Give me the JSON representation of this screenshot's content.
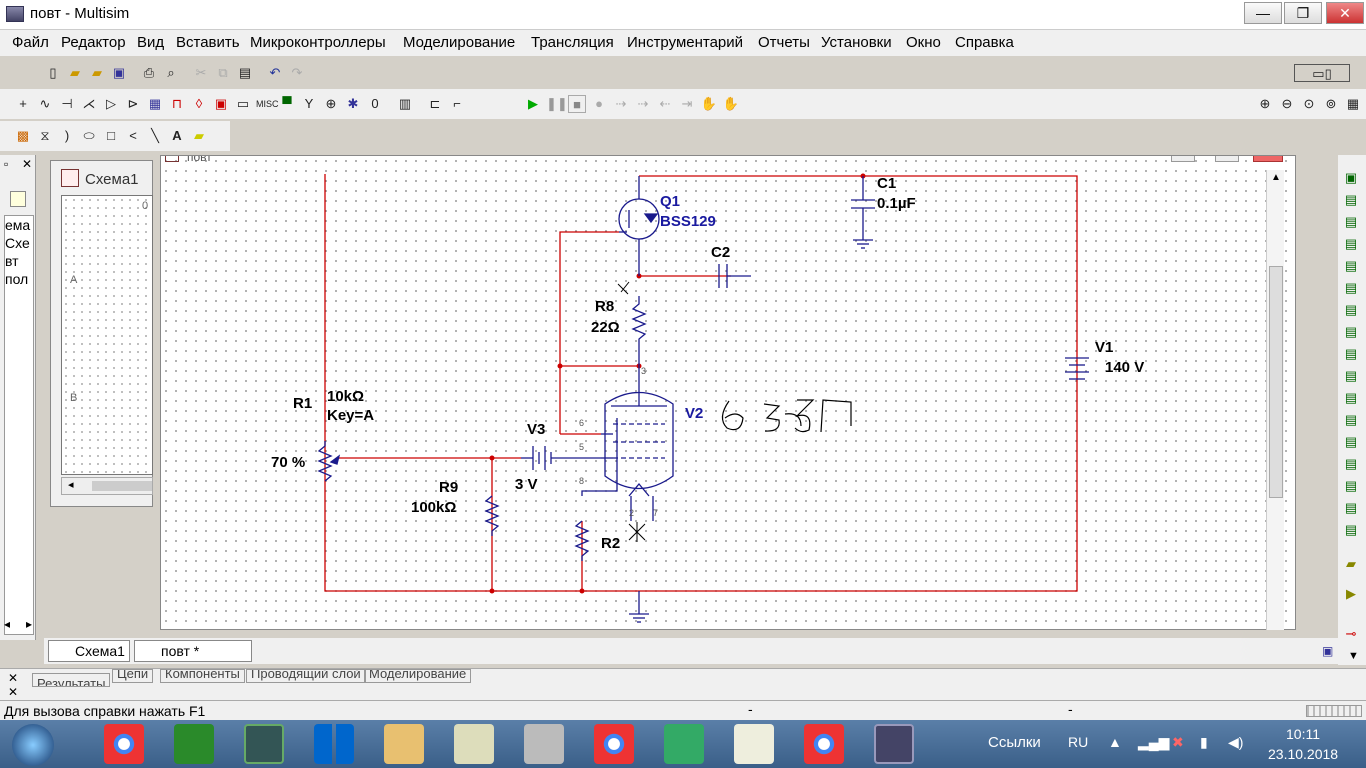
{
  "window": {
    "title": "повт - Multisim",
    "min": "—",
    "max": "❐",
    "close": "✕"
  },
  "menu": [
    "Файл",
    "Редактор",
    "Вид",
    "Вставить",
    "Микроконтроллеры",
    "Моделирование",
    "Трансляция",
    "Инструментарий",
    "Отчеты",
    "Установки",
    "Окно",
    "Справка"
  ],
  "left_panel": {
    "lines": [
      "ема",
      "Схе",
      "вт",
      "пол"
    ]
  },
  "design_panel": {
    "tab": "Схема1",
    "ruler_zero": "0",
    "row_a": "A",
    "row_b": "B"
  },
  "canvas": {
    "sheet_title": "повт"
  },
  "schematic": {
    "q1": {
      "ref": "Q1",
      "model": "BSS129"
    },
    "c1": {
      "ref": "C1",
      "value": "0.1µF"
    },
    "c2": {
      "ref": "C2"
    },
    "r8": {
      "ref": "R8",
      "value": "22Ω"
    },
    "v1": {
      "ref": "V1",
      "value": "140 V"
    },
    "r1": {
      "ref": "R1",
      "value": "10kΩ",
      "key": "Key=A",
      "percent": "70 %"
    },
    "v3": {
      "ref": "V3",
      "value": "3 V"
    },
    "r9": {
      "ref": "R9",
      "value": "100kΩ"
    },
    "v2": {
      "ref": "V2",
      "note": "6Э5П"
    },
    "r2": {
      "ref": "R2"
    },
    "pins": {
      "p3": "3",
      "p6": "6",
      "p5": "5",
      "p8": "8",
      "p2": "2",
      "p7": "7"
    }
  },
  "doc_tabs": [
    "Схема1",
    "повт *"
  ],
  "bottom_tabs": [
    "Результаты",
    "Цепи",
    "Компоненты",
    "Проводящий слой",
    "Моделирование"
  ],
  "status": {
    "text": "Для вызова справки нажать F1",
    "dash1": "-",
    "dash2": "-"
  },
  "taskbar": {
    "links": "Ссылки",
    "lang": "RU",
    "time": "10:11",
    "date": "23.10.2018"
  },
  "colors": {
    "wire": "#cc0000",
    "component": "#1a1a8c",
    "label_blue": "#1a1aa0",
    "taskbar": "#3a5f88"
  }
}
